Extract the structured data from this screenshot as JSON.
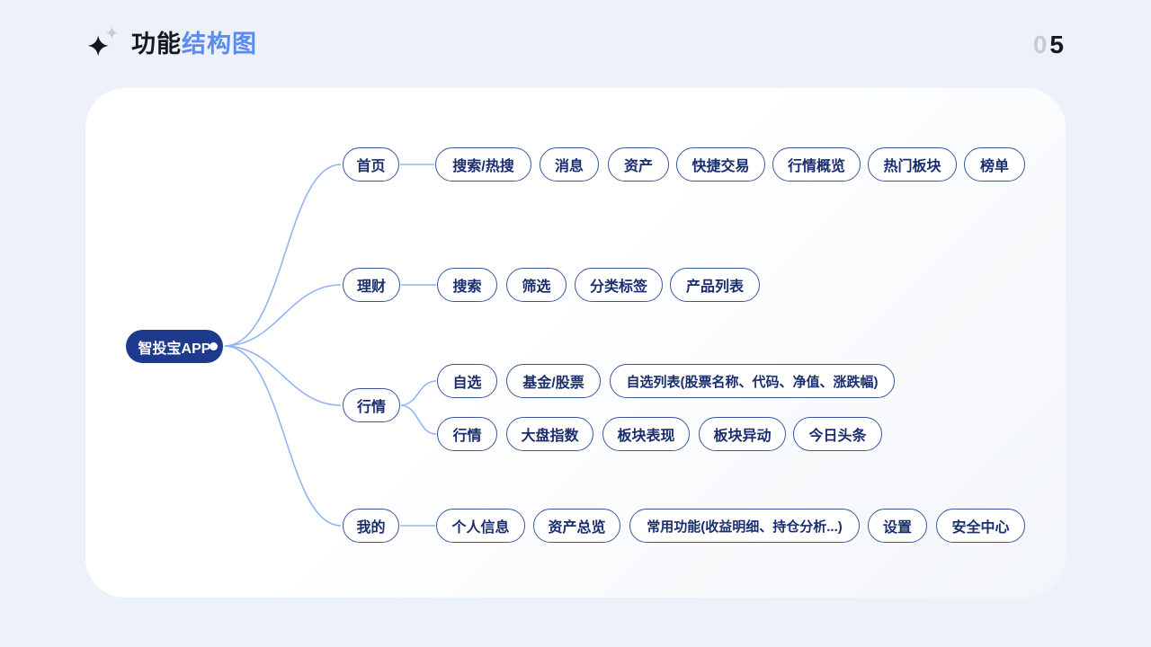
{
  "header": {
    "title_dark": "功能",
    "title_blue": "结构图",
    "page_number_dim": "0",
    "page_number_dark": "5"
  },
  "colors": {
    "background": "#edf1f8",
    "accent_blue": "#5b8bf0",
    "root_node_fill": "#1d3a8c",
    "node_border": "#3a57a0",
    "node_text": "#1a2e6d",
    "connector_line": "#93b4f2"
  },
  "mindmap": {
    "root": {
      "label": "智投宝APP"
    },
    "branches": [
      {
        "label": "首页",
        "children": [
          "搜索/热搜",
          "消息",
          "资产",
          "快捷交易",
          "行情概览",
          "热门板块",
          "榜单"
        ]
      },
      {
        "label": "理财",
        "children": [
          "搜索",
          "筛选",
          "分类标签",
          "产品列表"
        ]
      },
      {
        "label": "行情",
        "children_row1": [
          "自选",
          "基金/股票",
          "自选列表(股票名称、代码、净值、涨跌幅)"
        ],
        "children_row2": [
          "行情",
          "大盘指数",
          "板块表现",
          "板块异动",
          "今日头条"
        ]
      },
      {
        "label": "我的",
        "children": [
          "个人信息",
          "资产总览",
          "常用功能(收益明细、持仓分析...)",
          "设置",
          "安全中心"
        ]
      }
    ]
  }
}
